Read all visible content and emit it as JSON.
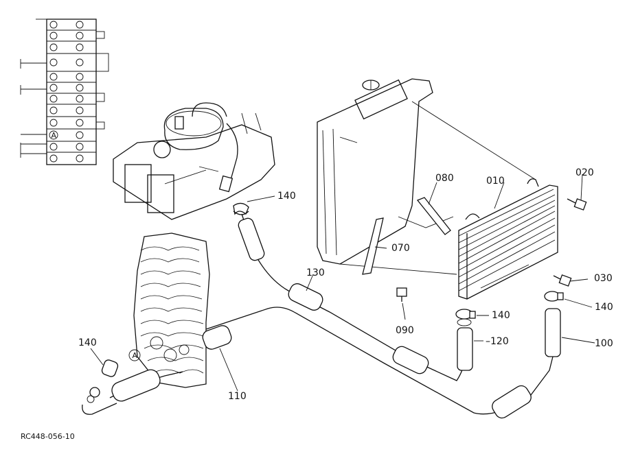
{
  "labels": {
    "p010": "010",
    "p020": "020",
    "p030": "030",
    "p070": "070",
    "p080": "080",
    "p090": "090",
    "p100": "100",
    "p110": "110",
    "p120": "120",
    "p130": "130",
    "p140_top": "140",
    "p140_mid": "140",
    "p140_right": "140",
    "p140_left": "140",
    "marker_a_top": "A",
    "marker_a_valve": "A"
  },
  "reference_code": "RC448-056-10"
}
